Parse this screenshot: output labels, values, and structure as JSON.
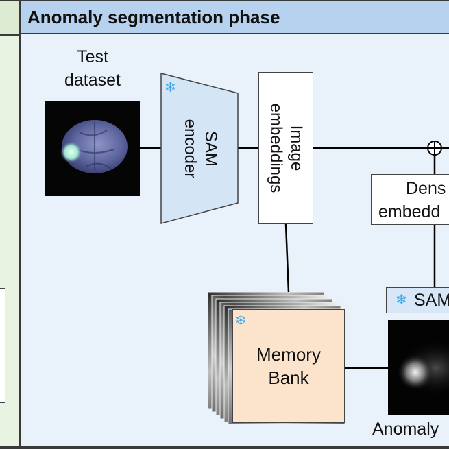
{
  "left_panel": {},
  "phase": {
    "title": "Anomaly segmentation phase"
  },
  "test_dataset": {
    "label_line1": "Test",
    "label_line2": "dataset"
  },
  "sam_encoder": {
    "label_line1": "SAM",
    "label_line2": "encoder",
    "frozen_icon": "snowflake-icon"
  },
  "image_embeddings": {
    "label_line1": "Image",
    "label_line2": "embeddings"
  },
  "dense_embeddings": {
    "label_line1": "Dens",
    "label_line2": "embedd"
  },
  "sam_decoder": {
    "label": "SAM",
    "frozen_icon": "snowflake-icon"
  },
  "memory_bank": {
    "label_line1": "Memory",
    "label_line2": "Bank",
    "frozen_icon": "snowflake-icon"
  },
  "anomaly_map": {
    "label": "Anomaly"
  },
  "colors": {
    "phase_header": "#b7d2ef",
    "phase_background": "#e9f1fb",
    "left_panel": "#e8f3e2",
    "encoder_fill": "#d4e5f6",
    "memory_bank_fill": "#fbe3cc",
    "frozen_icon": "#3aa7e6"
  }
}
